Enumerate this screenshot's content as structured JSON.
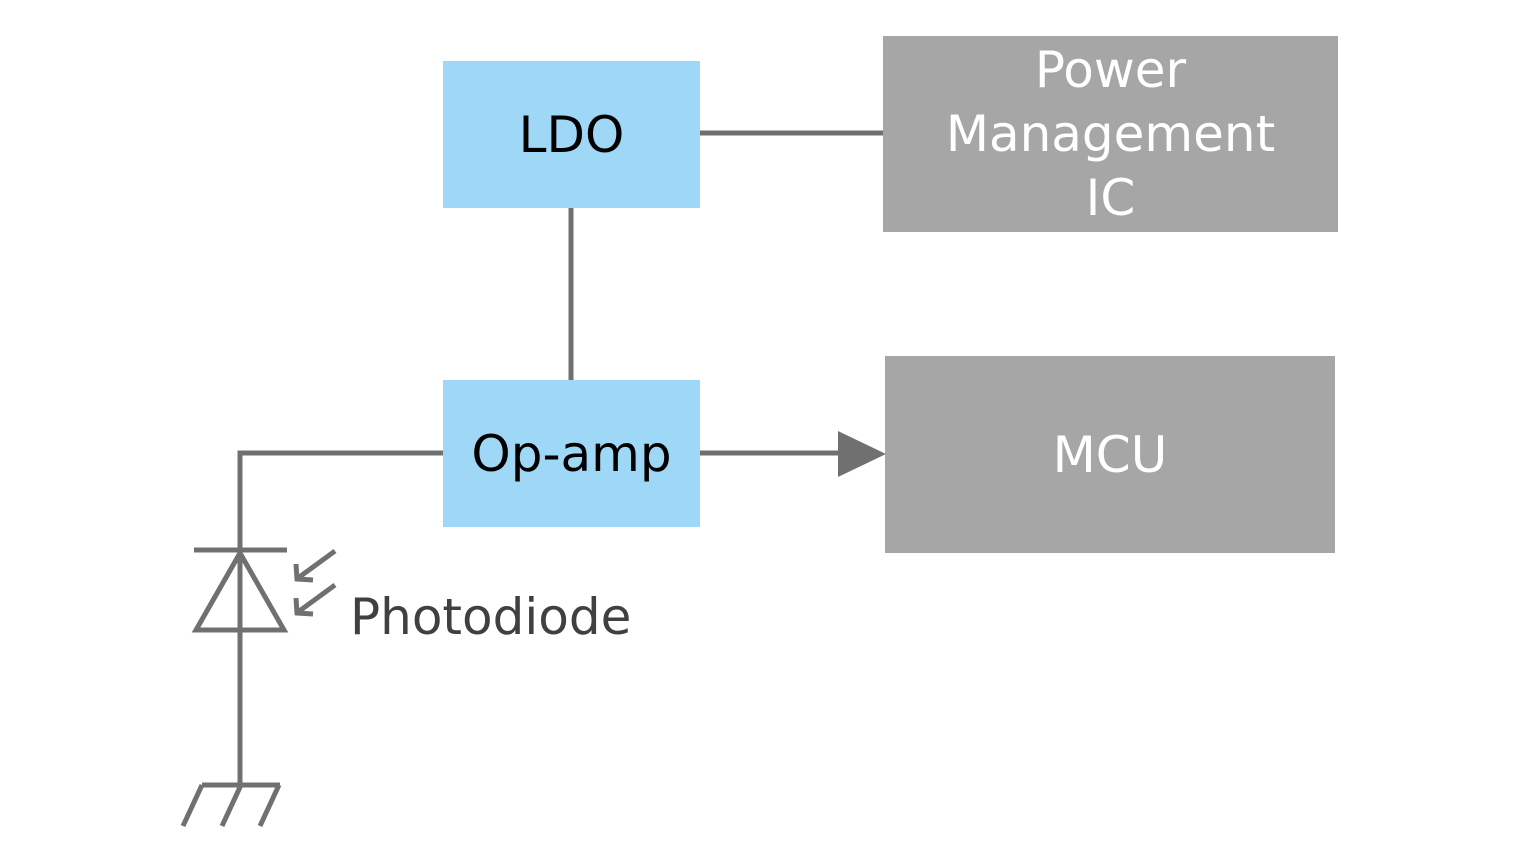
{
  "diagram": {
    "blocks": {
      "ldo": {
        "label": "LDO"
      },
      "opamp": {
        "label": "Op-amp"
      },
      "pmic": {
        "lines": [
          "Power",
          "Management",
          "IC"
        ]
      },
      "mcu": {
        "label": "MCU"
      }
    },
    "components": {
      "photodiode": {
        "label": "Photodiode"
      }
    },
    "colors": {
      "active_block": "#9fd7f7",
      "external_block": "#a6a6a6",
      "wire": "#707070"
    }
  }
}
